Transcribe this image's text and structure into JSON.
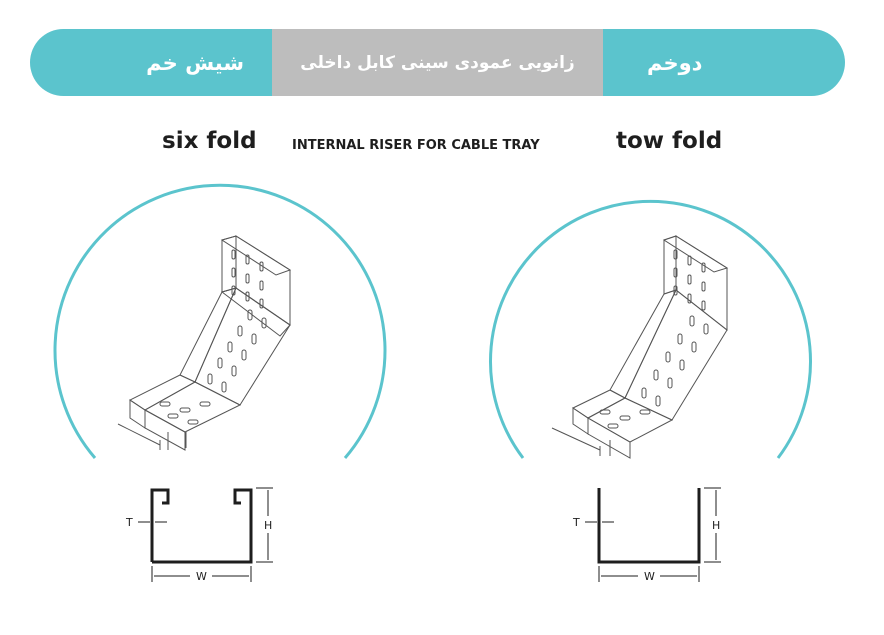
{
  "banner": {
    "left_label": "شیش خم",
    "middle_label": "زانویی عمودی سینی کابل داخلی",
    "right_label": "دوخم"
  },
  "headings": {
    "left": "six fold",
    "middle": "INTERNAL RISER FOR CABLE TRAY",
    "right": "tow fold"
  },
  "profiles": {
    "six_fold": {
      "t": "T",
      "h": "H",
      "w": "W"
    },
    "tow_fold": {
      "t": "T",
      "h": "H",
      "w": "W"
    }
  },
  "colors": {
    "accent": "#5bc4cd",
    "mid_band": "#bdbdbd",
    "line": "#1e1e1e"
  }
}
